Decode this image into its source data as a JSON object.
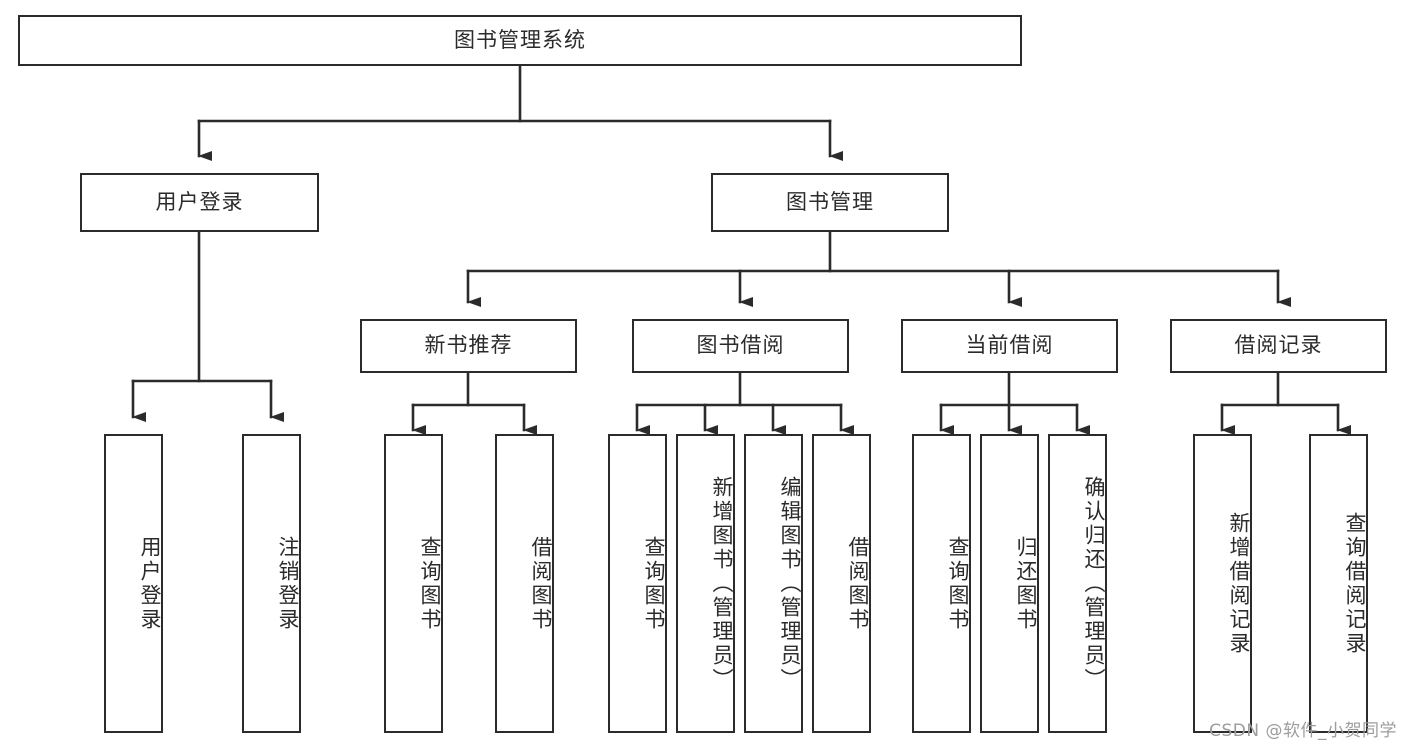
{
  "diagram": {
    "title": "图书管理系统",
    "type": "tree-hierarchy-chart",
    "colors": {
      "background": "#ffffff",
      "box_border": "#2b2b2b",
      "box_fill": "#ffffff",
      "text": "#2b2b2b",
      "connector": "#2b2b2b",
      "watermark": "#9d9d9d"
    },
    "root": {
      "label": "图书管理系统"
    },
    "level1": [
      {
        "label": "用户登录"
      },
      {
        "label": "图书管理"
      }
    ],
    "level2": [
      {
        "label": "新书推荐",
        "parent": "图书管理"
      },
      {
        "label": "图书借阅",
        "parent": "图书管理"
      },
      {
        "label": "当前借阅",
        "parent": "图书管理"
      },
      {
        "label": "借阅记录",
        "parent": "图书管理"
      }
    ],
    "leaves": {
      "用户登录": [
        {
          "label": "用户登录"
        },
        {
          "label": "注销登录"
        }
      ],
      "新书推荐": [
        {
          "label": "查询图书"
        },
        {
          "label": "借阅图书"
        }
      ],
      "图书借阅": [
        {
          "label": "查询图书"
        },
        {
          "label": "新增图书（管理员）"
        },
        {
          "label": "编辑图书（管理员）"
        },
        {
          "label": "借阅图书"
        }
      ],
      "当前借阅": [
        {
          "label": "查询图书"
        },
        {
          "label": "归还图书"
        },
        {
          "label": "确认归还（管理员）"
        }
      ],
      "借阅记录": [
        {
          "label": "新增借阅记录"
        },
        {
          "label": "查询借阅记录"
        }
      ]
    }
  },
  "watermark": {
    "text": "CSDN @软件_小贺同学"
  }
}
